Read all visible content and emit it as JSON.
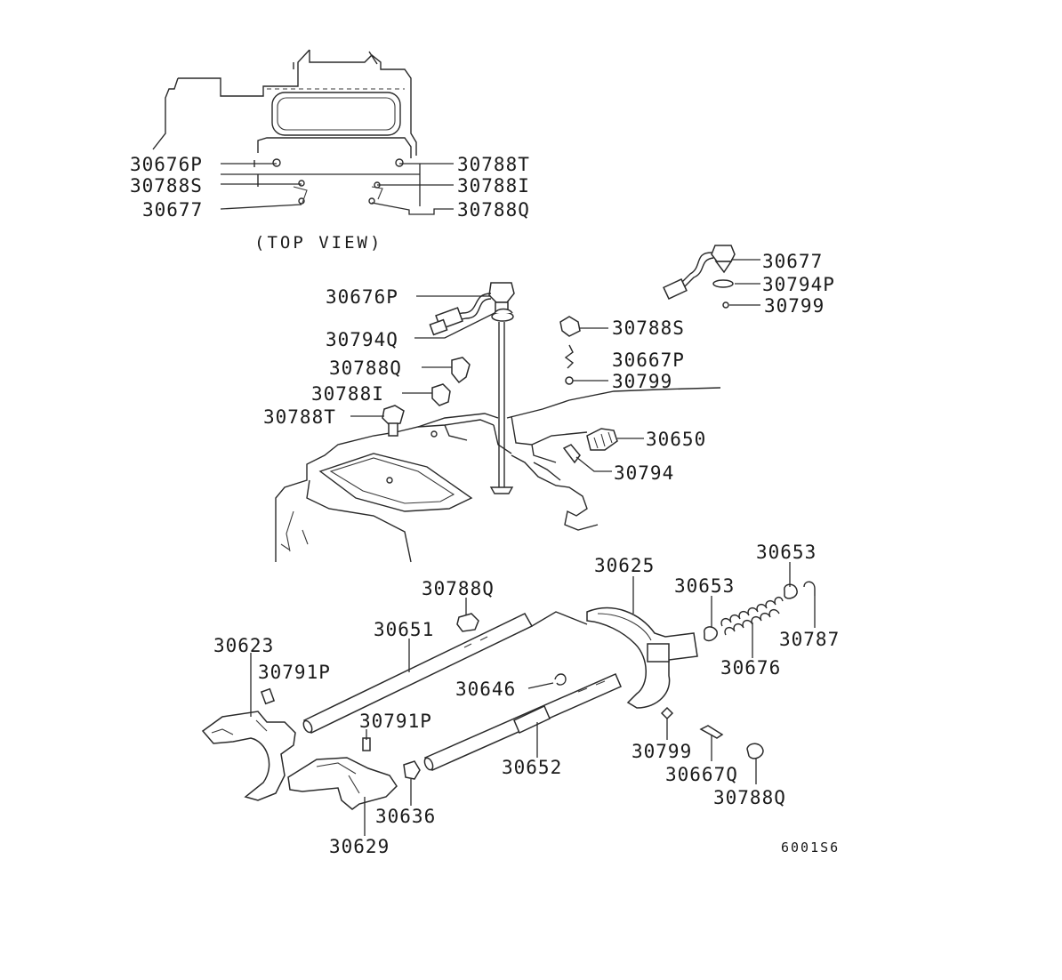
{
  "top_view": {
    "caption": "(TOP VIEW)",
    "labels": {
      "l1": "30676P",
      "l2": "30788S",
      "l3": "30677",
      "r1": "30788T",
      "r2": "30788I",
      "r3": "30788Q"
    }
  },
  "upper_assembly": {
    "labels": {
      "a1": "30677",
      "a2": "30794P",
      "a3": "30799",
      "b1": "30676P",
      "b2": "30794Q",
      "b3": "30788Q",
      "b4": "30788I",
      "b5": "30788T",
      "c1": "30788S",
      "c2": "30667P",
      "c3": "30799",
      "d1": "30650",
      "d2": "30794"
    }
  },
  "lower_assembly": {
    "labels": {
      "e1": "30625",
      "e2": "30653",
      "e3": "30653",
      "e4": "30787",
      "e5": "30676",
      "f1": "30788Q",
      "f2": "30651",
      "f3": "30623",
      "f4": "30791P",
      "f5": "30646",
      "f6": "30791P",
      "f7": "30652",
      "f8": "30636",
      "f9": "30629",
      "g1": "30799",
      "g2": "30667Q",
      "g3": "30788Q"
    }
  },
  "figure_code": "6001S6"
}
